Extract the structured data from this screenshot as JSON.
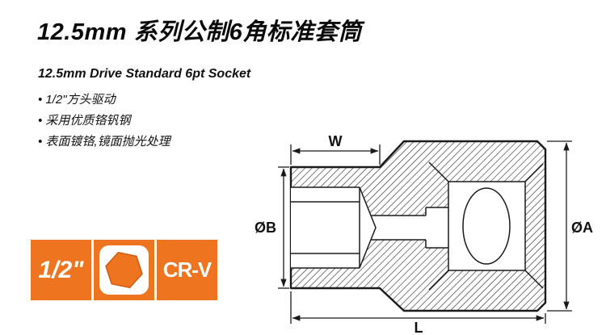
{
  "header": {
    "title": "12.5mm 系列公制6角标准套筒",
    "subtitle": "12.5mm Drive Standard 6pt Socket"
  },
  "features": [
    "• 1/2\"方头驱动",
    "• 采用优质铬钒钢",
    "• 表面镀铬,镜面抛光处理"
  ],
  "badges": {
    "drive_size": "1/2\"",
    "hex_icon": "hex-socket-icon",
    "material": "CR-V",
    "color": "#ee7420"
  },
  "diagram": {
    "labels": {
      "width": "W",
      "bore_diameter": "ØB",
      "outer_diameter": "ØA",
      "length": "L"
    }
  }
}
